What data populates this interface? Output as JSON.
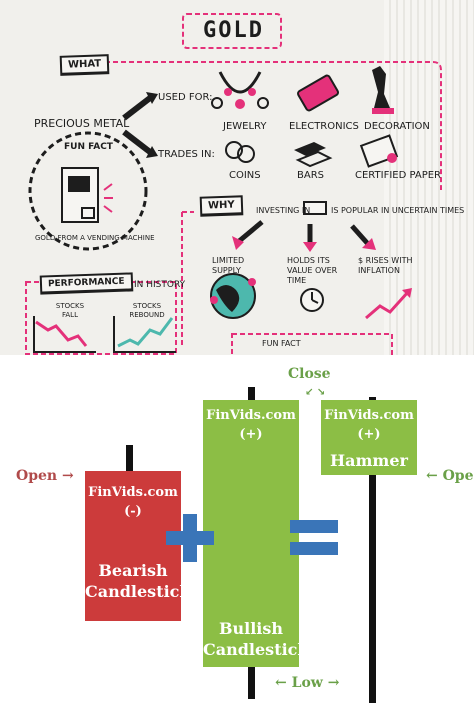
{
  "sketch": {
    "title": "GOLD",
    "what_tag": "WHAT",
    "precious_metal": "PRECIOUS METAL",
    "used_for": "USED FOR:",
    "trades_in": "TRADES IN:",
    "uses": [
      "JEWELRY",
      "ELECTRONICS",
      "DECORATION"
    ],
    "trades": [
      "COINS",
      "BARS",
      "CERTIFIED PAPER"
    ],
    "fun_fact": "FUN FACT",
    "fun_fact_text": "GOLD FROM A VENDING MACHINE",
    "why_tag": "WHY",
    "investing_in": "INVESTING IN",
    "popular": "IS POPULAR IN UNCERTAIN TIMES",
    "reasons": [
      "LIMITED SUPPLY",
      "HOLDS ITS VALUE OVER TIME",
      "$ RISES WITH INFLATION"
    ],
    "performance_tag": "PERFORMANCE",
    "in_history": "IN HISTORY",
    "stocks_fall": "STOCKS FALL",
    "stocks_rebound": "STOCKS REBOUND",
    "fun_fact_2": "FUN FACT"
  },
  "candles": {
    "bearish": {
      "brand": "FinVids.com",
      "sign": "(-)",
      "name_line1": "Bearish",
      "name_line2": "Candlestick",
      "color": "#cc3b3b"
    },
    "bullish": {
      "brand": "FinVids.com",
      "sign": "(+)",
      "name_line1": "Bullish",
      "name_line2": "Candlestick",
      "color": "#8cbe45"
    },
    "hammer": {
      "brand": "FinVids.com",
      "sign": "(+)",
      "name_line1": "Hammer",
      "color": "#8cbe45"
    },
    "label_open_left": "Open →",
    "label_open_right": "← Ope",
    "label_close": "Close",
    "label_close_arrows": "↙ ↘",
    "label_low": "← Low →",
    "operator_color": "#3a75b8"
  }
}
